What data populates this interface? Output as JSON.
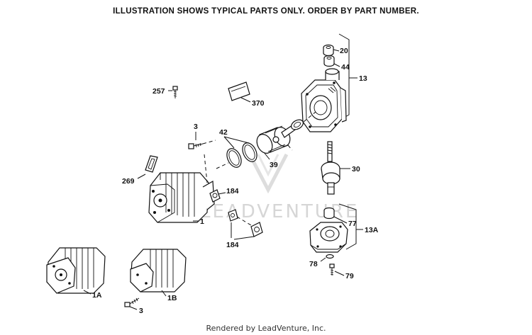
{
  "header": {
    "text": "ILLUSTRATION SHOWS TYPICAL PARTS ONLY. ORDER BY PART NUMBER."
  },
  "footer": {
    "text": "Rendered by LeadVenture, Inc."
  },
  "watermark": {
    "text": "LEADVENTURE"
  },
  "callouts": {
    "p20": "20",
    "p44": "44",
    "p13": "13",
    "p257": "257",
    "p370": "370",
    "p3_top": "3",
    "p42": "42",
    "p39": "39",
    "p30": "30",
    "p269": "269",
    "p184_a": "184",
    "p1": "1",
    "p184_b": "184",
    "p77": "77",
    "p13A": "13A",
    "p78": "78",
    "p79": "79",
    "p1A": "1A",
    "p1B": "1B",
    "p3_bottom": "3"
  },
  "colors": {
    "line": "#111111",
    "background": "#ffffff",
    "watermark": "#d6d6d6"
  }
}
